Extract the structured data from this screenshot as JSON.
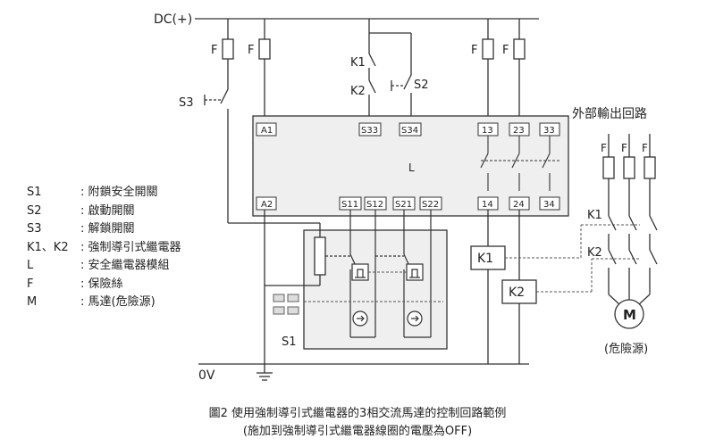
{
  "supply": {
    "dc_plus": "DC(+)",
    "zero_v": "0V"
  },
  "fuse_label": "F",
  "switches": {
    "s3": "S3",
    "s2": "S2",
    "k1": "K1",
    "k2": "K2",
    "s1": "S1"
  },
  "module": {
    "top_terminals": [
      "A1",
      "S33",
      "S34",
      "13",
      "23",
      "33"
    ],
    "bottom_terminals": [
      "A2",
      "S11",
      "S12",
      "S21",
      "S22",
      "14",
      "24",
      "34"
    ],
    "center_label": "L"
  },
  "relays": {
    "k1_coil": "K1",
    "k2_coil": "K2"
  },
  "output_circuit": {
    "title": "外部輸出回路",
    "fuses": [
      "F",
      "F",
      "F"
    ],
    "contacts": [
      "K1",
      "K2"
    ],
    "motor": "M",
    "hazard": "(危險源)"
  },
  "legend": [
    {
      "key": "S1",
      "desc": ": 附鎖安全開關"
    },
    {
      "key": "S2",
      "desc": ": 啟動開關"
    },
    {
      "key": "S3",
      "desc": ": 解鎖開關"
    },
    {
      "key": "K1、K2",
      "desc": ": 強制導引式繼電器"
    },
    {
      "key": "L",
      "desc": ": 安全繼電器模組"
    },
    {
      "key": "F",
      "desc": ": 保險絲"
    },
    {
      "key": "M",
      "desc": ": 馬達(危險源)"
    }
  ],
  "caption": {
    "line1": "圖2  使用強制導引式繼電器的3相交流馬達的控制回路範例",
    "line2": "(施加到強制導引式繼電器線圈的電壓為OFF)"
  }
}
